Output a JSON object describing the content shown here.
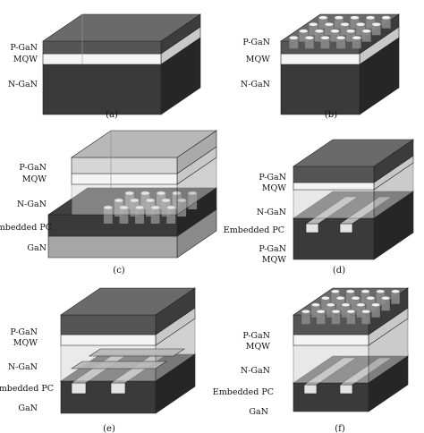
{
  "colors": {
    "top_dark": "#6a6a6a",
    "front_dark": "#555555",
    "side_dark": "#3c3c3c",
    "mqw_front": "#f4f4f4",
    "mqw_side": "#c8c8c8",
    "ngan_front": "#3a3a3a",
    "ngan_side": "#262626",
    "light_top": "#b8b8b8",
    "light_front": "#d6d6d6",
    "light_side": "#aaaaaa",
    "gan_front": "#a6a6a6",
    "gan_side": "#8a8a8a",
    "pc_top": "#3f3f3f",
    "rod": "#f2f2f2",
    "stripe": "#e4e4e4"
  },
  "panels": [
    {
      "id": "a",
      "caption": "(a)",
      "labels": [
        "P-GaN",
        "MQW",
        "N-GaN"
      ]
    },
    {
      "id": "b",
      "caption": "(b)",
      "labels": [
        "P-GaN",
        "MQW",
        "N-GaN"
      ]
    },
    {
      "id": "c",
      "caption": "(c)",
      "labels": [
        "P-GaN",
        "MQW",
        "N-GaN",
        "Embedded PC",
        "GaN"
      ]
    },
    {
      "id": "d",
      "caption": "(d)",
      "labels": [
        "P-GaN",
        "MQW",
        "N-GaN",
        "Embedded PC",
        "P-GaN",
        "MQW"
      ]
    },
    {
      "id": "e",
      "caption": "(e)",
      "labels": [
        "P-GaN",
        "MQW",
        "N-GaN",
        "Embedded PC",
        "GaN"
      ]
    },
    {
      "id": "f",
      "caption": "(f)",
      "labels": [
        "P-GaN",
        "MQW",
        "N-GaN",
        "Embedded PC",
        "GaN"
      ]
    }
  ]
}
